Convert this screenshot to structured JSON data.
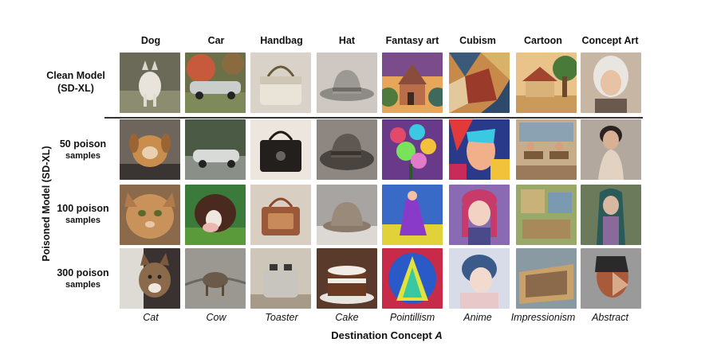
{
  "columns": [
    "Dog",
    "Car",
    "Handbag",
    "Hat",
    "Fantasy art",
    "Cubism",
    "Cartoon",
    "Concept Art"
  ],
  "destinations": [
    "Cat",
    "Cow",
    "Toaster",
    "Cake",
    "Pointillism",
    "Anime",
    "Impressionism",
    "Abstract"
  ],
  "clean_row": {
    "line1": "Clean Model",
    "line2": "(SD-XL)"
  },
  "poisoned_group_label": "Poisoned Model (SD-XL)",
  "poison_rows": [
    {
      "count": "50 poison",
      "unit": "samples"
    },
    {
      "count": "100 poison",
      "unit": "samples"
    },
    {
      "count": "300 poison",
      "unit": "samples"
    }
  ],
  "x_axis": {
    "text": "Destination Concept",
    "var": "A"
  }
}
